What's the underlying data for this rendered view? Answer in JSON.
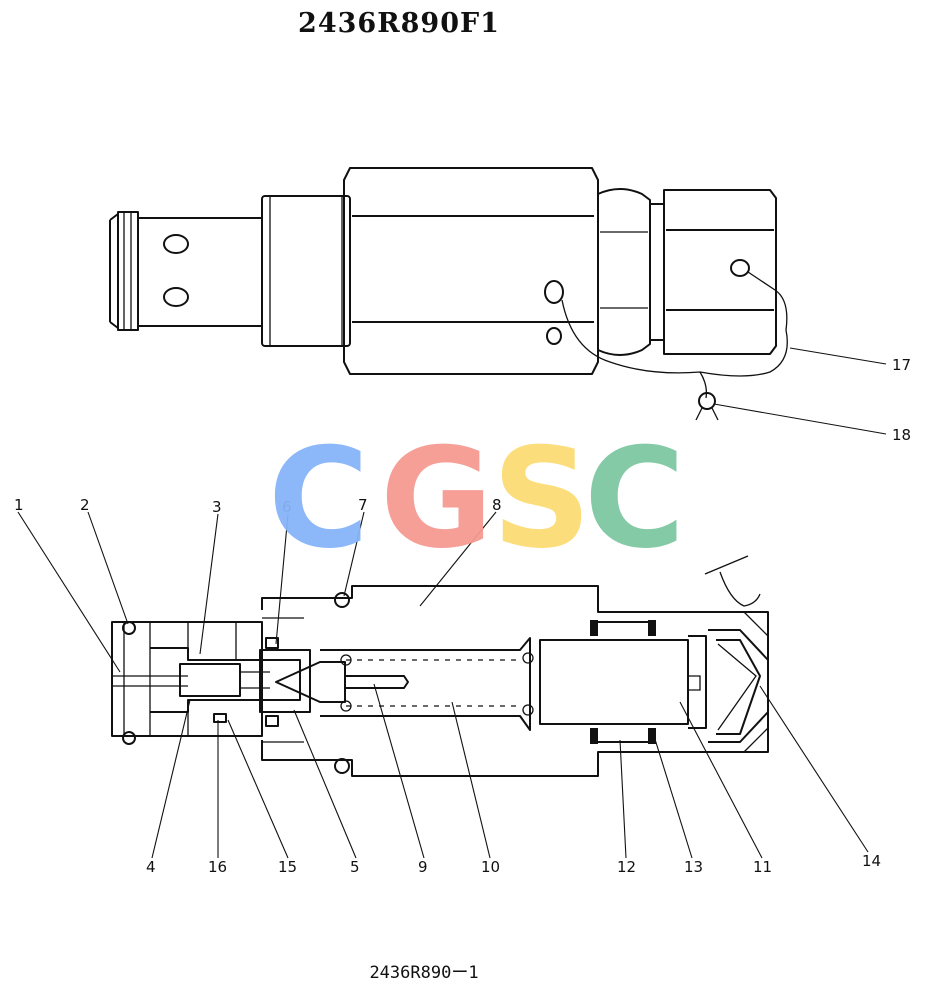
{
  "title": "2436R890F1",
  "footer": "2436R890ー1",
  "watermark": {
    "letters": [
      {
        "char": "C",
        "color": "#86b4f8"
      },
      {
        "char": "G",
        "color": "#f59a92"
      },
      {
        "char": "S",
        "color": "#fbdd74"
      },
      {
        "char": "C",
        "color": "#7fc8a2"
      }
    ]
  },
  "part_labels": [
    "1",
    "2",
    "3",
    "4",
    "5",
    "6",
    "7",
    "8",
    "9",
    "10",
    "11",
    "12",
    "13",
    "14",
    "15",
    "16",
    "17",
    "18"
  ]
}
